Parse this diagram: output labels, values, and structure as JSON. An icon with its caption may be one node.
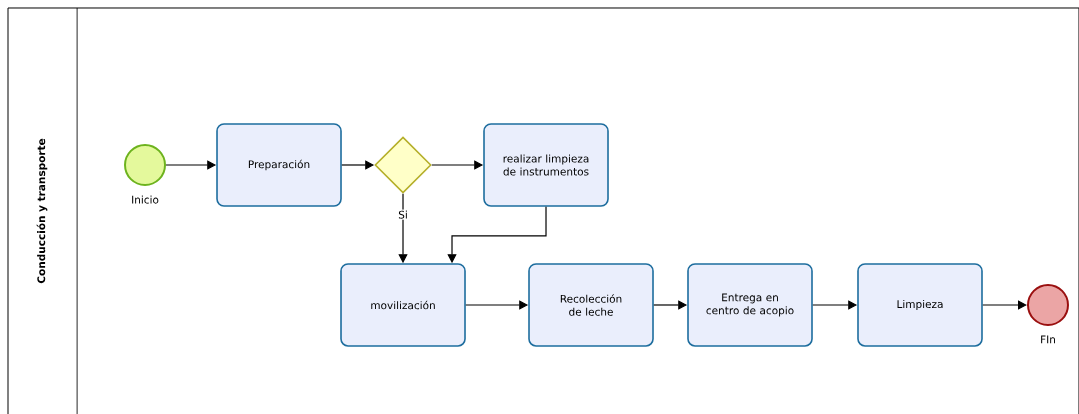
{
  "diagram": {
    "nodes": [
      {
        "text": [
          "Conducción y transporte"
        ]
      },
      {
        "text": [],
        "shape": "circle",
        "beside": [
          "Inicio"
        ],
        "in": 0
      },
      {
        "text": [
          "Preparación"
        ],
        "in": 0
      },
      {
        "text": [],
        "shape": "diamond",
        "in": 0
      },
      {
        "text": [
          "realizar limpieza de instrumentos"
        ],
        "in": 0
      },
      {
        "text": [
          "movilización"
        ],
        "in": 0
      },
      {
        "text": [
          "Recolección de leche"
        ],
        "in": 0
      },
      {
        "text": [
          "Entrega en centro de acopio"
        ],
        "in": 0
      },
      {
        "text": [
          "Limpieza"
        ],
        "in": 0
      },
      {
        "text": [],
        "shape": "circle",
        "beside": [
          "FIn"
        ],
        "in": 0
      }
    ],
    "edges": [
      {
        "from": 1,
        "to": 2,
        "arrow": "to"
      },
      {
        "from": 2,
        "to": 3,
        "arrow": "to"
      },
      {
        "from": 3,
        "to": 4,
        "arrow": "to"
      },
      {
        "from": 3,
        "to": 5,
        "arrow": "to",
        "label": "Si"
      },
      {
        "from": 4,
        "to": 5,
        "arrow": "to"
      },
      {
        "from": 5,
        "to": 6,
        "arrow": "to"
      },
      {
        "from": 6,
        "to": 7,
        "arrow": "to"
      },
      {
        "from": 7,
        "to": 8,
        "arrow": "to"
      },
      {
        "from": 8,
        "to": 9,
        "arrow": "to"
      }
    ]
  }
}
